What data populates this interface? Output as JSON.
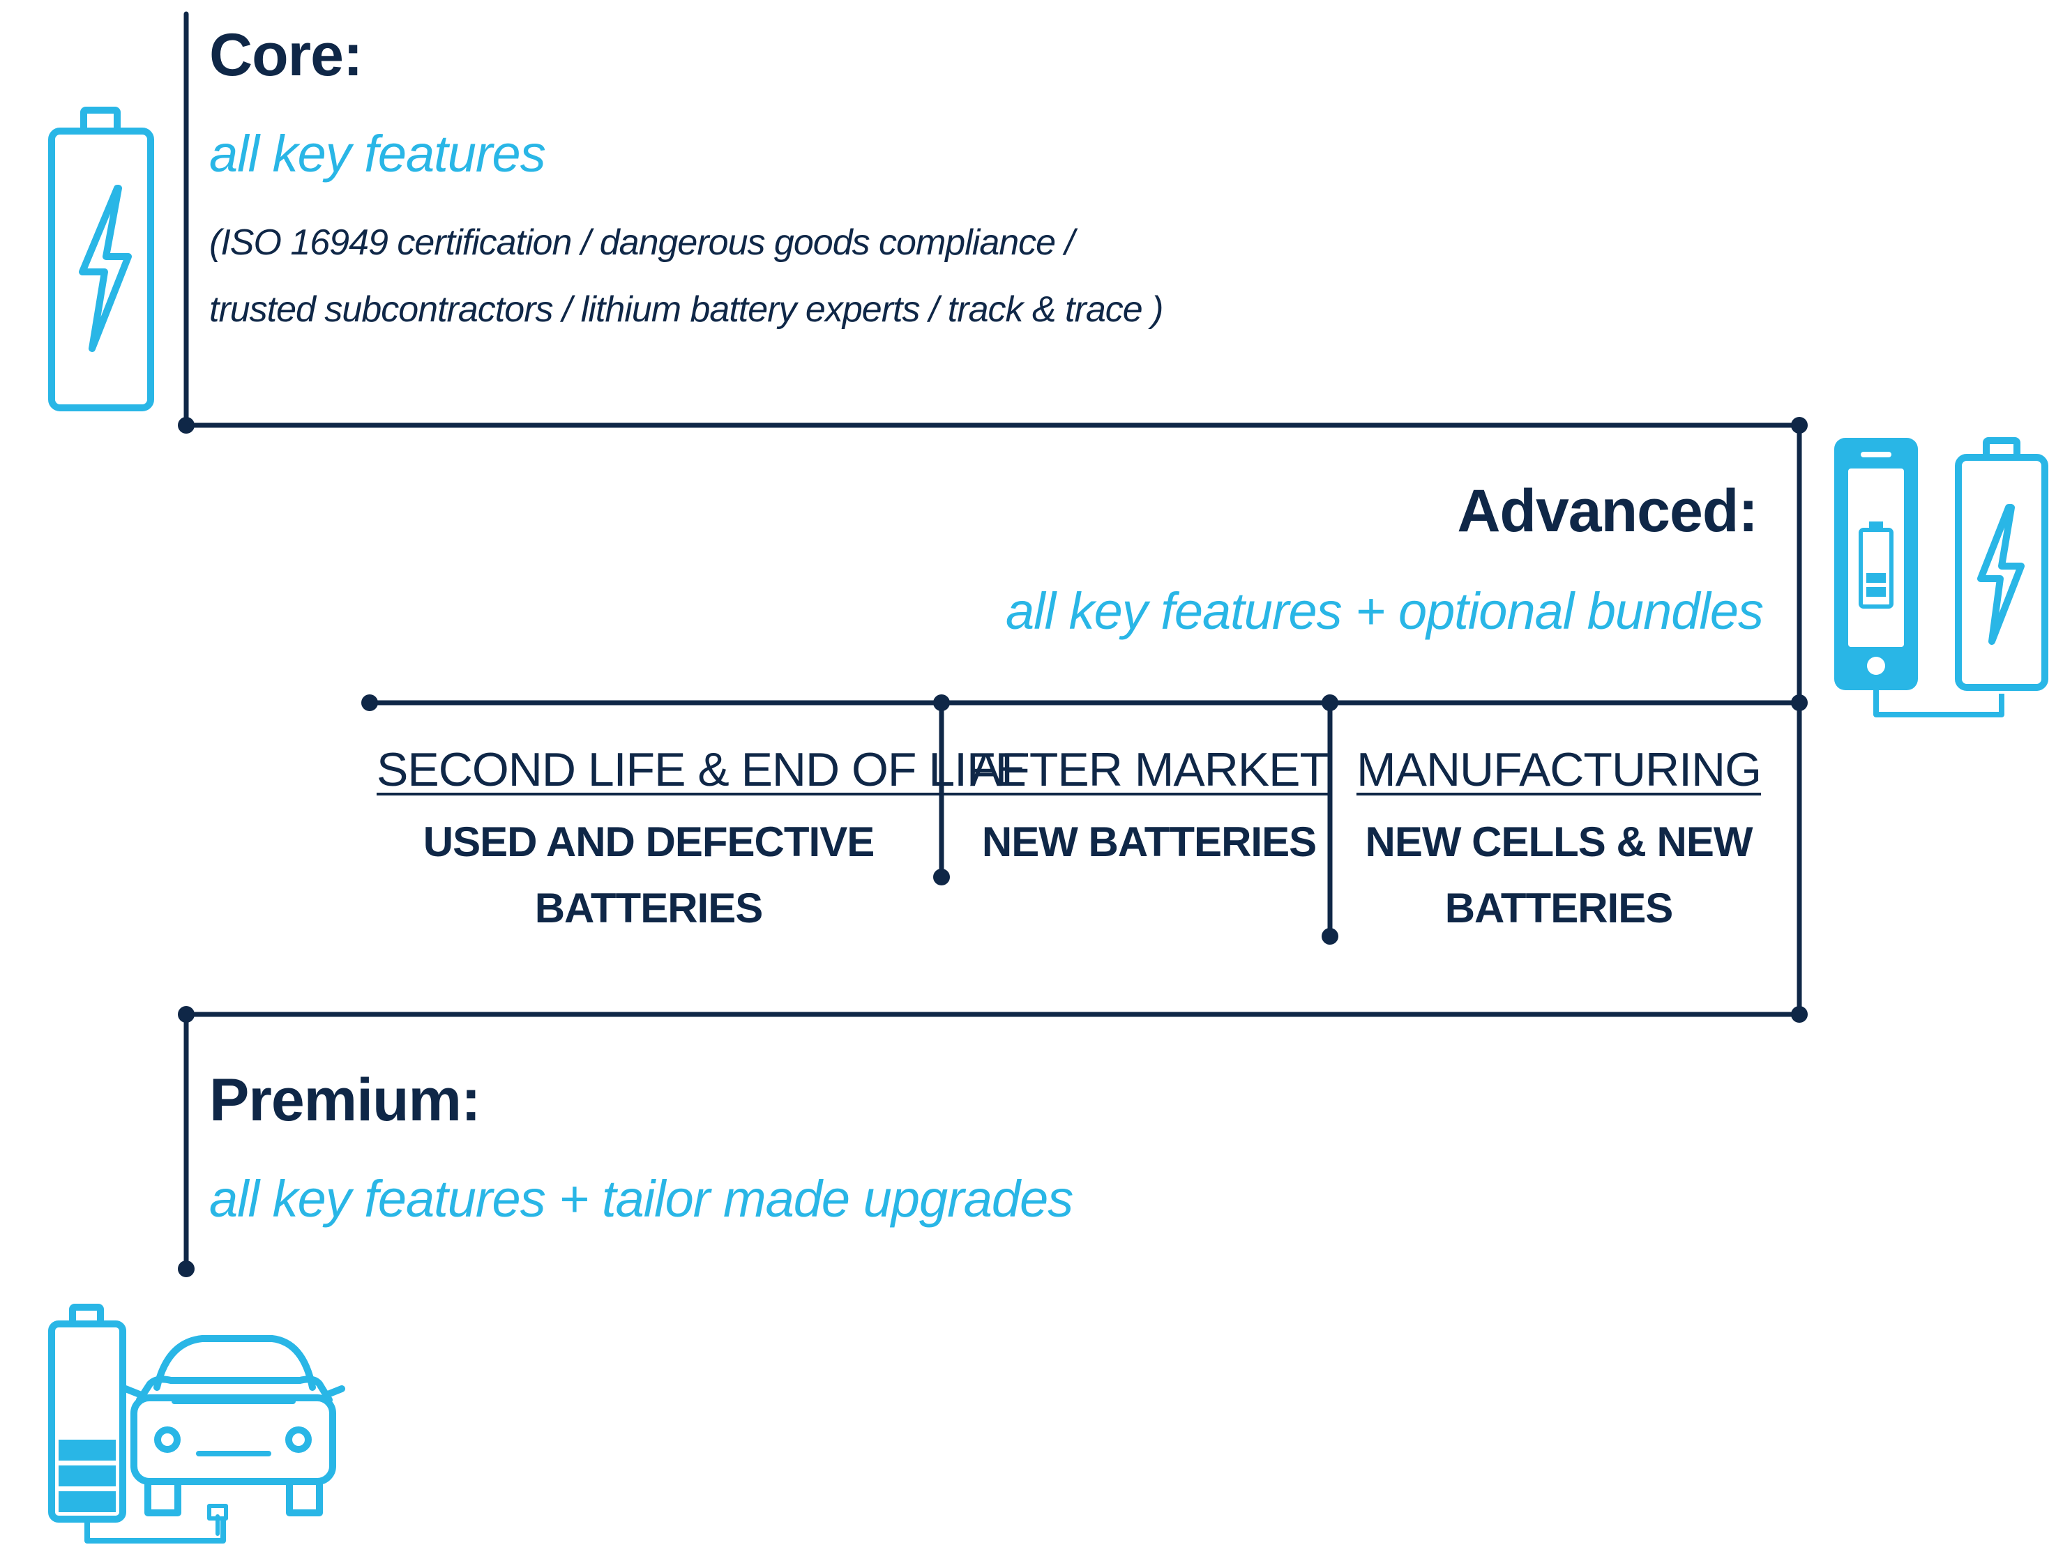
{
  "colors": {
    "navy": "#0f2747",
    "accent": "#29b6e6"
  },
  "core": {
    "heading": "Core:",
    "subheading": "all key features",
    "details": [
      "(ISO 16949 certification / dangerous goods compliance /",
      "trusted subcontractors / lithium battery experts / track & trace )"
    ],
    "icon": "battery-charging-icon"
  },
  "advanced": {
    "heading": "Advanced:",
    "subheading": "all key features + optional bundles",
    "icons": [
      "smartphone-battery-icon",
      "battery-charging-icon"
    ]
  },
  "segments": [
    {
      "title": "SECOND LIFE & END OF LIFE",
      "subtitle_lines": [
        "USED AND DEFECTIVE",
        "BATTERIES"
      ]
    },
    {
      "title": "AFTER MARKET",
      "subtitle_lines": [
        "NEW BATTERIES"
      ]
    },
    {
      "title": "MANUFACTURING",
      "subtitle_lines": [
        "NEW CELLS & NEW",
        "BATTERIES"
      ]
    }
  ],
  "premium": {
    "heading": "Premium:",
    "subheading": "all key features + tailor made upgrades",
    "icons": [
      "battery-full-icon",
      "electric-car-icon"
    ]
  }
}
